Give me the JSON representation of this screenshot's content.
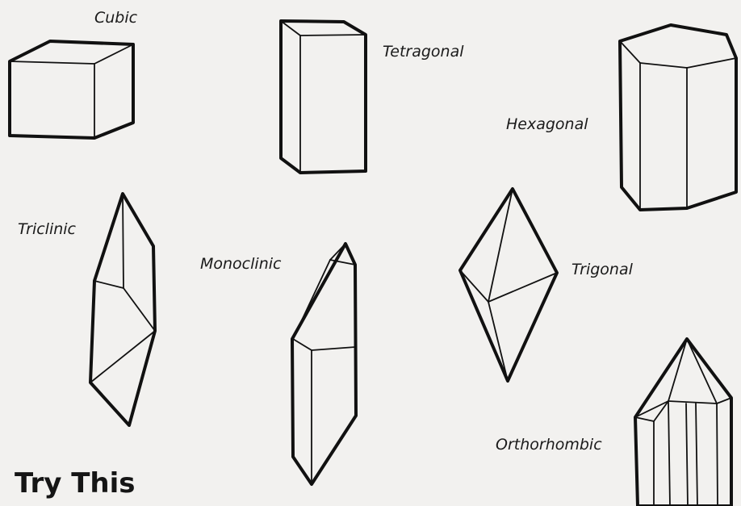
{
  "labels": {
    "cubic": "Cubic",
    "tetragonal": "Tetragonal",
    "hexagonal": "Hexagonal",
    "triclinic": "Triclinic",
    "monoclinic": "Monoclinic",
    "trigonal": "Trigonal",
    "orthorhombic": "Orthorhombic"
  },
  "heading": "Try This"
}
